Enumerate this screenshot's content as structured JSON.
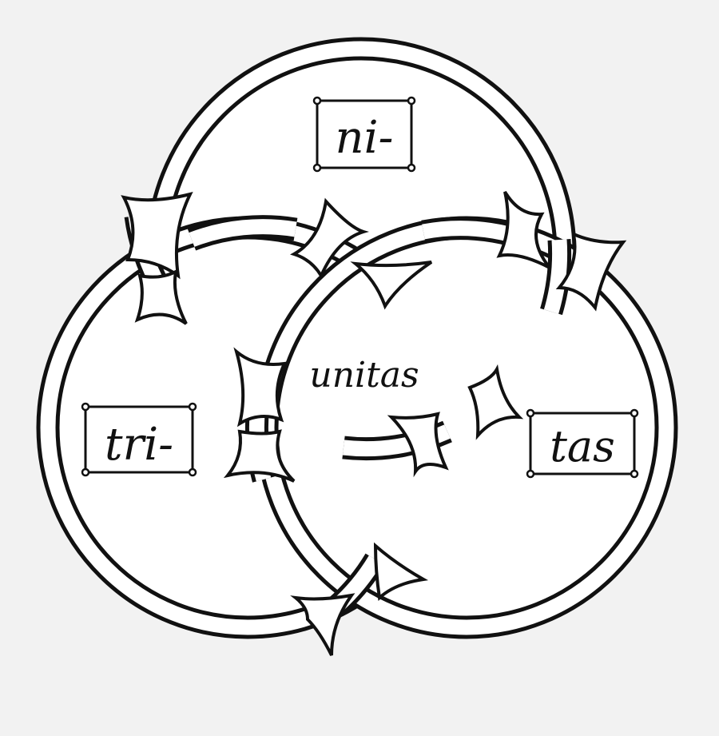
{
  "diagram": {
    "labels": {
      "top": "ni-",
      "left": "tri-",
      "right": "tas",
      "center": "unitas"
    },
    "colors": {
      "background": "#f2f2f2",
      "ink": "#111111",
      "paper": "#ffffff"
    }
  }
}
